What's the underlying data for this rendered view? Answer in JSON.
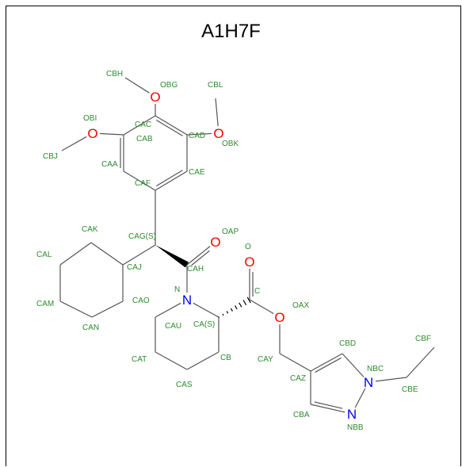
{
  "title": "A1H7F",
  "colors": {
    "carbon_label": "#2e8b2e",
    "oxygen": "#ff0000",
    "nitrogen": "#0000ff",
    "bond": "#555555"
  },
  "atom_labels": {
    "CBH": "CBH",
    "OBG": "OBG",
    "CBL": "CBL",
    "OBI": "OBI",
    "CAC": "CAC",
    "CAB": "CAB",
    "CBJ": "CBJ",
    "CAD": "CAD",
    "OBK": "OBK",
    "CAA": "CAA",
    "CAE": "CAE",
    "CAF": "CAF",
    "CAK": "CAK",
    "CAG": "CAG(S)",
    "OAP": "OAP",
    "CAL": "CAL",
    "CAJ": "CAJ",
    "CAH": "CAH",
    "O": "O",
    "CAM": "CAM",
    "CAO": "CAO",
    "CAU": "CAU",
    "N": "N",
    "C": "C",
    "OAX": "OAX",
    "CA": "CA(S)",
    "CAN": "CAN",
    "CBD": "CBD",
    "CBF": "CBF",
    "CAT": "CAT",
    "CB": "CB",
    "CAY": "CAY",
    "NBC": "NBC",
    "CAZ": "CAZ",
    "CAS": "CAS",
    "CBE": "CBE",
    "CBA": "CBA",
    "NBB": "NBB"
  },
  "atom_symbols": {
    "OBG": "O",
    "OBI": "O",
    "OBK": "O",
    "OAP": "O",
    "O": "O",
    "OAX": "O",
    "N": "N",
    "NBC": "N",
    "NBB": "N"
  }
}
